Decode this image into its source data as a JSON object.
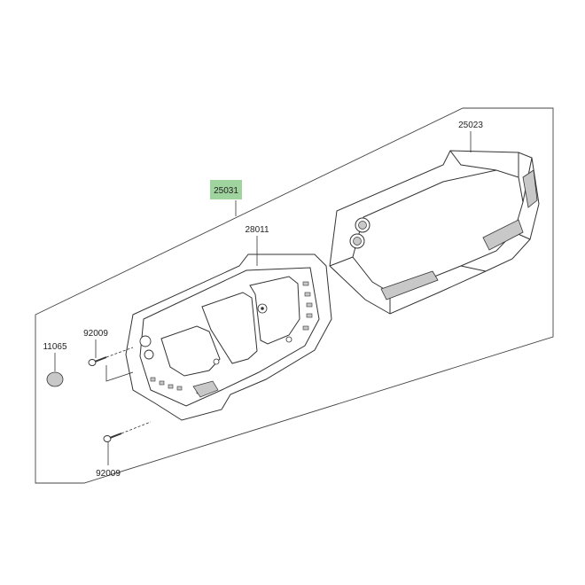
{
  "diagram": {
    "part_labels": [
      {
        "id": "assembly",
        "text": "25031",
        "highlighted": true
      },
      {
        "id": "cover",
        "text": "25023",
        "highlighted": false
      },
      {
        "id": "case",
        "text": "28011",
        "highlighted": false
      },
      {
        "id": "screw-upper",
        "text": "92009",
        "highlighted": false
      },
      {
        "id": "screw-lower",
        "text": "92009",
        "highlighted": false
      },
      {
        "id": "cap",
        "text": "11065",
        "highlighted": false
      }
    ],
    "colors": {
      "highlight": "#9fd49f",
      "line": "#333333",
      "part_fill": "#ffffff",
      "shade": "#c8c8c8"
    }
  }
}
